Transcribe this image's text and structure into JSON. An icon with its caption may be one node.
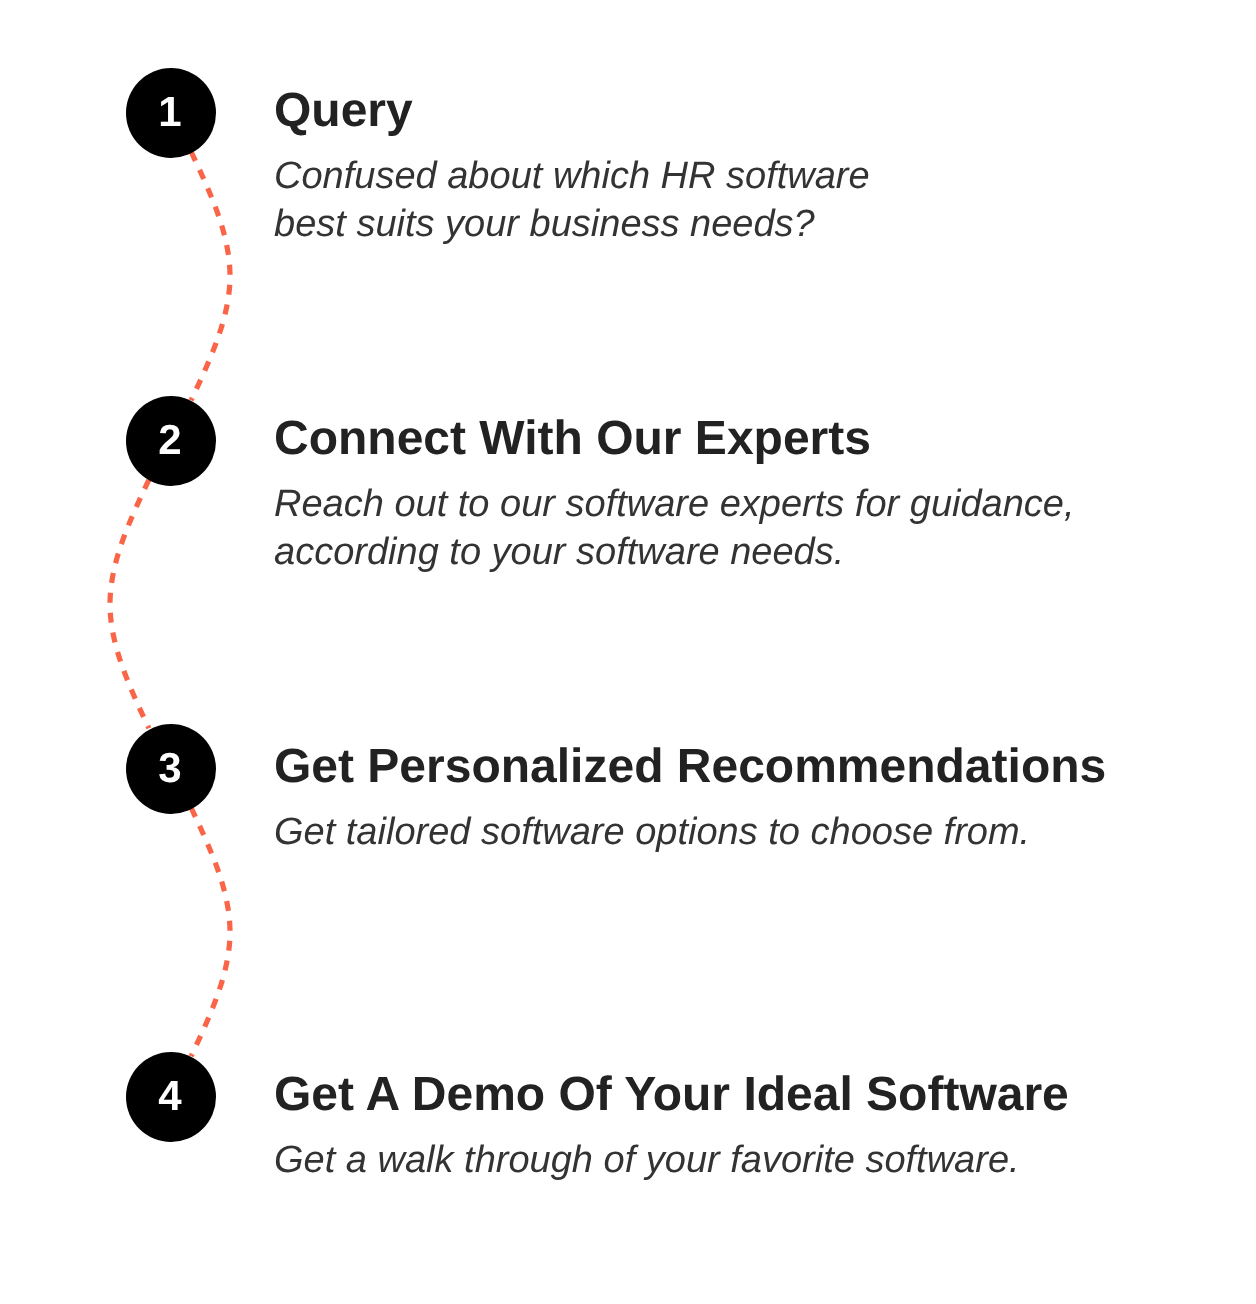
{
  "diagram": {
    "nodes": [
      {
        "text": [
          "1"
        ],
        "beside": [
          "Query",
          "Confused about which HR software best suits your business needs?"
        ]
      },
      {
        "text": [
          "2"
        ],
        "beside": [
          "Connect With Our Experts",
          "Reach out to our software experts for guidance, according to your software needs."
        ]
      },
      {
        "text": [
          "3"
        ],
        "beside": [
          "Get Personalized Recommendations",
          "Get tailored software options to choose from."
        ]
      },
      {
        "text": [
          "4"
        ],
        "beside": [
          "Get A Demo Of Your Ideal Software",
          "Get a walk through of your favorite software."
        ]
      }
    ],
    "edges": [
      {
        "from": 0,
        "to": 1,
        "arrow": "none",
        "style": "dashed",
        "color": "#fa6548"
      },
      {
        "from": 1,
        "to": 2,
        "arrow": "none",
        "style": "dashed",
        "color": "#fa6548"
      },
      {
        "from": 2,
        "to": 3,
        "arrow": "none",
        "style": "dashed",
        "color": "#fa6548"
      }
    ]
  }
}
